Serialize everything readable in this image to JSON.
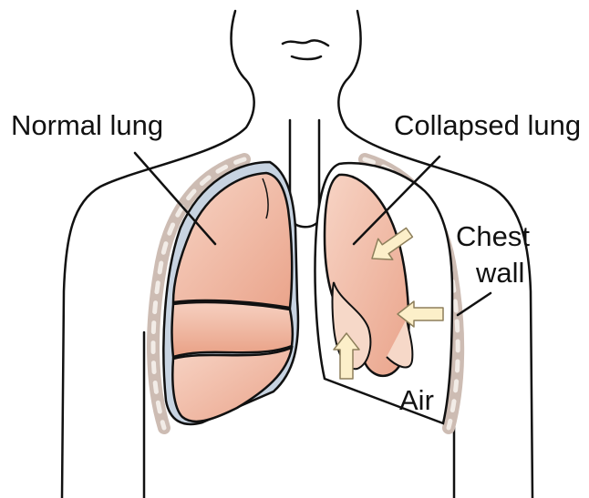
{
  "labels": {
    "normal_lung": "Normal lung",
    "collapsed_lung": "Collapsed lung",
    "chest_wall_line1": "Chest",
    "chest_wall_line2": "wall",
    "air": "Air"
  },
  "colors": {
    "lung_fill": "#f2b9a2",
    "lung_fill_light": "#f7d2c2",
    "lung_outline": "#111111",
    "pleura_blue": "#b9c7d8",
    "chest_wall_fill": "#cdbcb3",
    "chest_wall_dash": "#f2ece7",
    "arrow_fill": "#fcefc9",
    "arrow_stroke": "#8d7f5b"
  }
}
